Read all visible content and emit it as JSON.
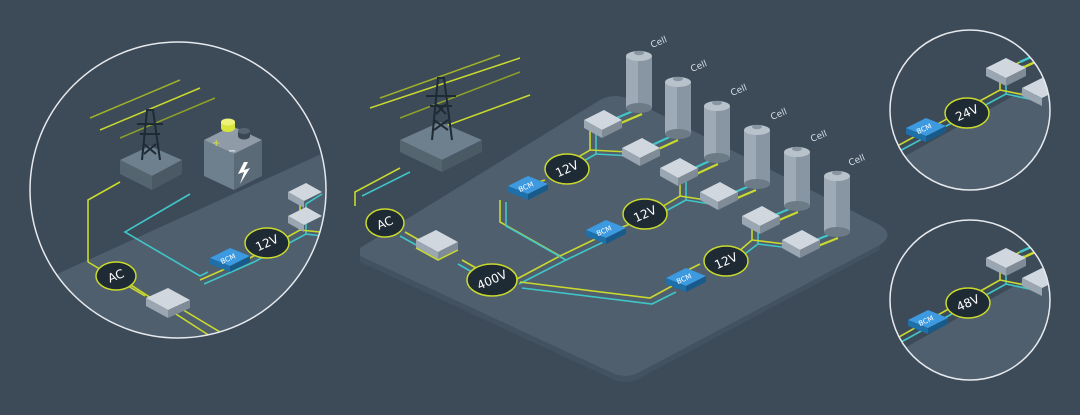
{
  "labels": {
    "ac": "AC",
    "bcm": "BCM",
    "v12": "12V",
    "v24": "24V",
    "v48": "48V",
    "v400": "400V",
    "cell": "Cell"
  },
  "colors": {
    "background": "#3d4a58",
    "platform": "#4e5e6d",
    "line_yellow": "#c9d92e",
    "line_cyan": "#3fc6c8",
    "bcm_blue": "#1f7fc3",
    "badge_fill": "#1e2a34",
    "box_light": "#c4ccd4"
  }
}
